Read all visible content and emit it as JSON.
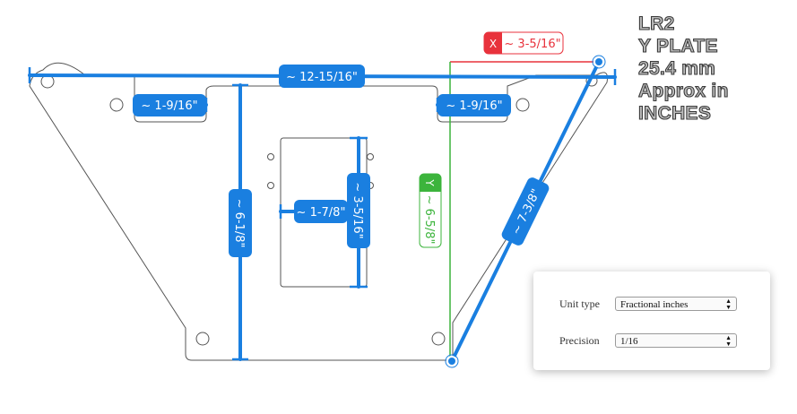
{
  "title_lines": [
    "LR2",
    "Y PLATE",
    "25.4 mm",
    "Approx in",
    "INCHES"
  ],
  "colors": {
    "measure": "#1a7fe0",
    "x_axis": "#e8323c",
    "y_axis": "#3cb43c",
    "outline": "#555555"
  },
  "measurements": {
    "width_top": "~ 12-15/16\"",
    "slot_left": "~ 1-9/16\"",
    "slot_right": "~ 1-9/16\"",
    "height_left": "~ 6-1/8\"",
    "window_width": "~ 1-7/8\"",
    "window_height": "~ 3-5/16\"",
    "diagonal": "~ 7-3/8\""
  },
  "axes": {
    "x_tag": "X",
    "x_value": "~ 3-5/16\"",
    "y_tag": "Y",
    "y_value": "~ 6-5/8\""
  },
  "settings": {
    "unit_type_label": "Unit type",
    "unit_type_value": "Fractional inches",
    "precision_label": "Precision",
    "precision_value": "1/16"
  }
}
